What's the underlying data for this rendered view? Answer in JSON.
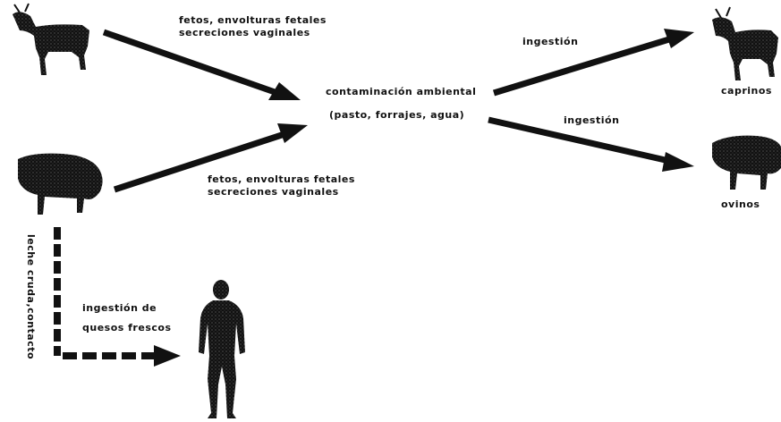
{
  "labels": {
    "source_goat": [
      "fetos, envolturas fetales",
      "secreciones vaginales"
    ],
    "source_sheep": [
      "fetos, envolturas fetales",
      "secreciones vaginales"
    ],
    "center": [
      "contaminación ambiental",
      "(pasto, forrajes, agua)"
    ],
    "ingestion_goat": "ingestión",
    "ingestion_sheep": "ingestión",
    "target_goat": "caprinos",
    "target_sheep": "ovinos",
    "human_path": [
      "ingestión de",
      "quesos frescos"
    ],
    "milk_contact": "leche cruda,contacto"
  },
  "icons": {
    "goat": "goat-icon",
    "sheep": "sheep-icon",
    "human": "human-icon"
  },
  "colors": {
    "ink": "#111111"
  }
}
